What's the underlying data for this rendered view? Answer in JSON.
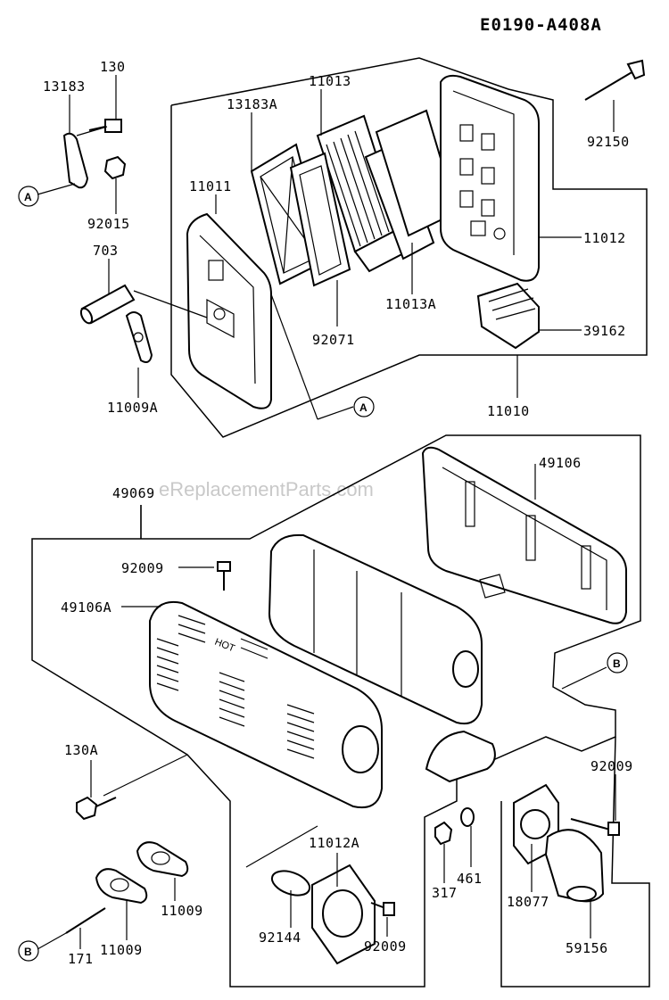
{
  "diagram_code": "E0190-A408A",
  "watermark": "eReplacementParts.com",
  "hot_text": "HOT",
  "parts": {
    "p13183": "13183",
    "p130": "130",
    "p92015": "92015",
    "p703": "703",
    "p11009A": "11009A",
    "p13183A": "13183A",
    "p11013": "11013",
    "p11011": "11011",
    "p92071": "92071",
    "p11013A": "11013A",
    "p92150": "92150",
    "p11012": "11012",
    "p39162": "39162",
    "p11010": "11010",
    "p49069": "49069",
    "p49106": "49106",
    "p92009a": "92009",
    "p49106A": "49106A",
    "p130A": "130A",
    "p92009b": "92009",
    "p11012A": "11012A",
    "p317": "317",
    "p461": "461",
    "p18077": "18077",
    "p92144": "92144",
    "p92009c": "92009",
    "p59156": "59156",
    "p11009a": "11009",
    "p11009b": "11009",
    "p171": "171"
  },
  "refs": {
    "a1": "A",
    "a2": "A",
    "b1": "B",
    "b2": "B"
  }
}
